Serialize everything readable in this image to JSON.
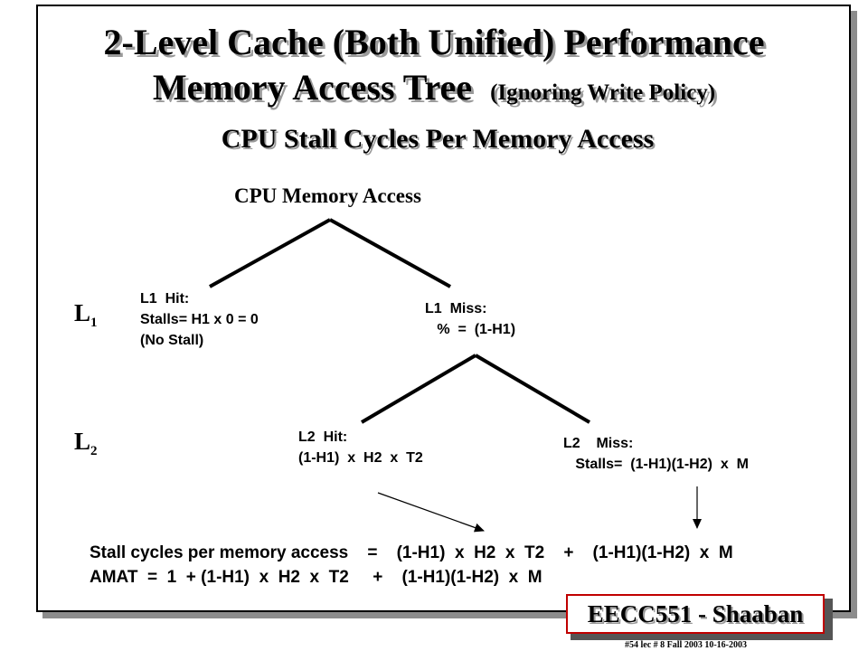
{
  "slide": {
    "title_line1": "2-Level Cache (Both Unified) Performance",
    "title_line2_main": "Memory Access Tree",
    "title_line2_sub": "(Ignoring Write Policy)",
    "subtitle": "CPU  Stall Cycles Per Memory Access"
  },
  "tree": {
    "root": "CPU Memory  Access",
    "level1_label": {
      "letter": "L",
      "sub": "1"
    },
    "level2_label": {
      "letter": "L",
      "sub": "2"
    },
    "l1_hit": {
      "line1": "L1  Hit:",
      "line2": "Stalls= H1 x 0 = 0",
      "line3": "(No Stall)"
    },
    "l1_miss": {
      "line1": "L1  Miss:",
      "line2": "   %  =  (1-H1)"
    },
    "l2_hit": {
      "line1": "L2  Hit:",
      "line2": "(1-H1)  x  H2  x  T2"
    },
    "l2_miss": {
      "line1": "L2    Miss:",
      "line2": "   Stalls=  (1-H1)(1-H2)  x  M"
    }
  },
  "formulas": {
    "stall": "Stall cycles per memory access    =    (1-H1)  x  H2  x  T2    +    (1-H1)(1-H2)  x  M",
    "amat": "AMAT  =  1  + (1-H1)  x  H2  x  T2     +    (1-H1)(1-H2)  x  M"
  },
  "badge": "EECC551 - Shaaban",
  "footer": "#54   lec # 8   Fall 2003  10-16-2003",
  "colors": {
    "badge_border": "#c00000",
    "text": "#000000",
    "shadow": "#9a9a9a"
  }
}
